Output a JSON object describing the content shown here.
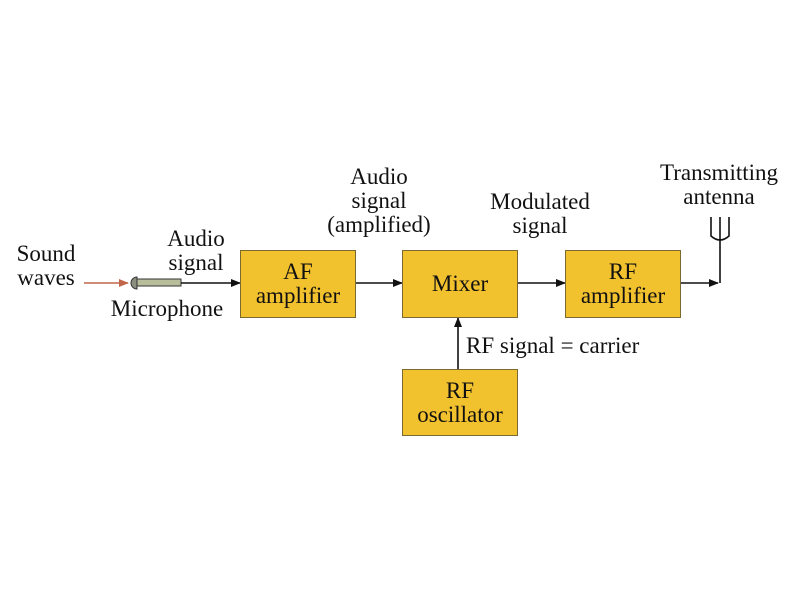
{
  "labels": {
    "sound": "Sound",
    "waves": "waves",
    "microphone": "Microphone",
    "audio_line1": "Audio",
    "audio_line2": "signal",
    "audio_amp_line1": "Audio",
    "audio_amp_line2": "signal",
    "audio_amp_line3": "(amplified)",
    "modulated_line1": "Modulated",
    "modulated_line2": "signal",
    "antenna_line1": "Transmitting",
    "antenna_line2": "antenna",
    "rf_signal": "RF signal = carrier"
  },
  "blocks": {
    "af_amplifier": {
      "line1": "AF",
      "line2": "amplifier"
    },
    "mixer": {
      "line1": "Mixer"
    },
    "rf_amplifier": {
      "line1": "RF",
      "line2": "amplifier"
    },
    "rf_oscillator": {
      "line1": "RF",
      "line2": "oscillator"
    }
  },
  "colors": {
    "block_fill": "#f2c12e",
    "sound_arrow": "#c0664a",
    "wire": "#111111"
  }
}
